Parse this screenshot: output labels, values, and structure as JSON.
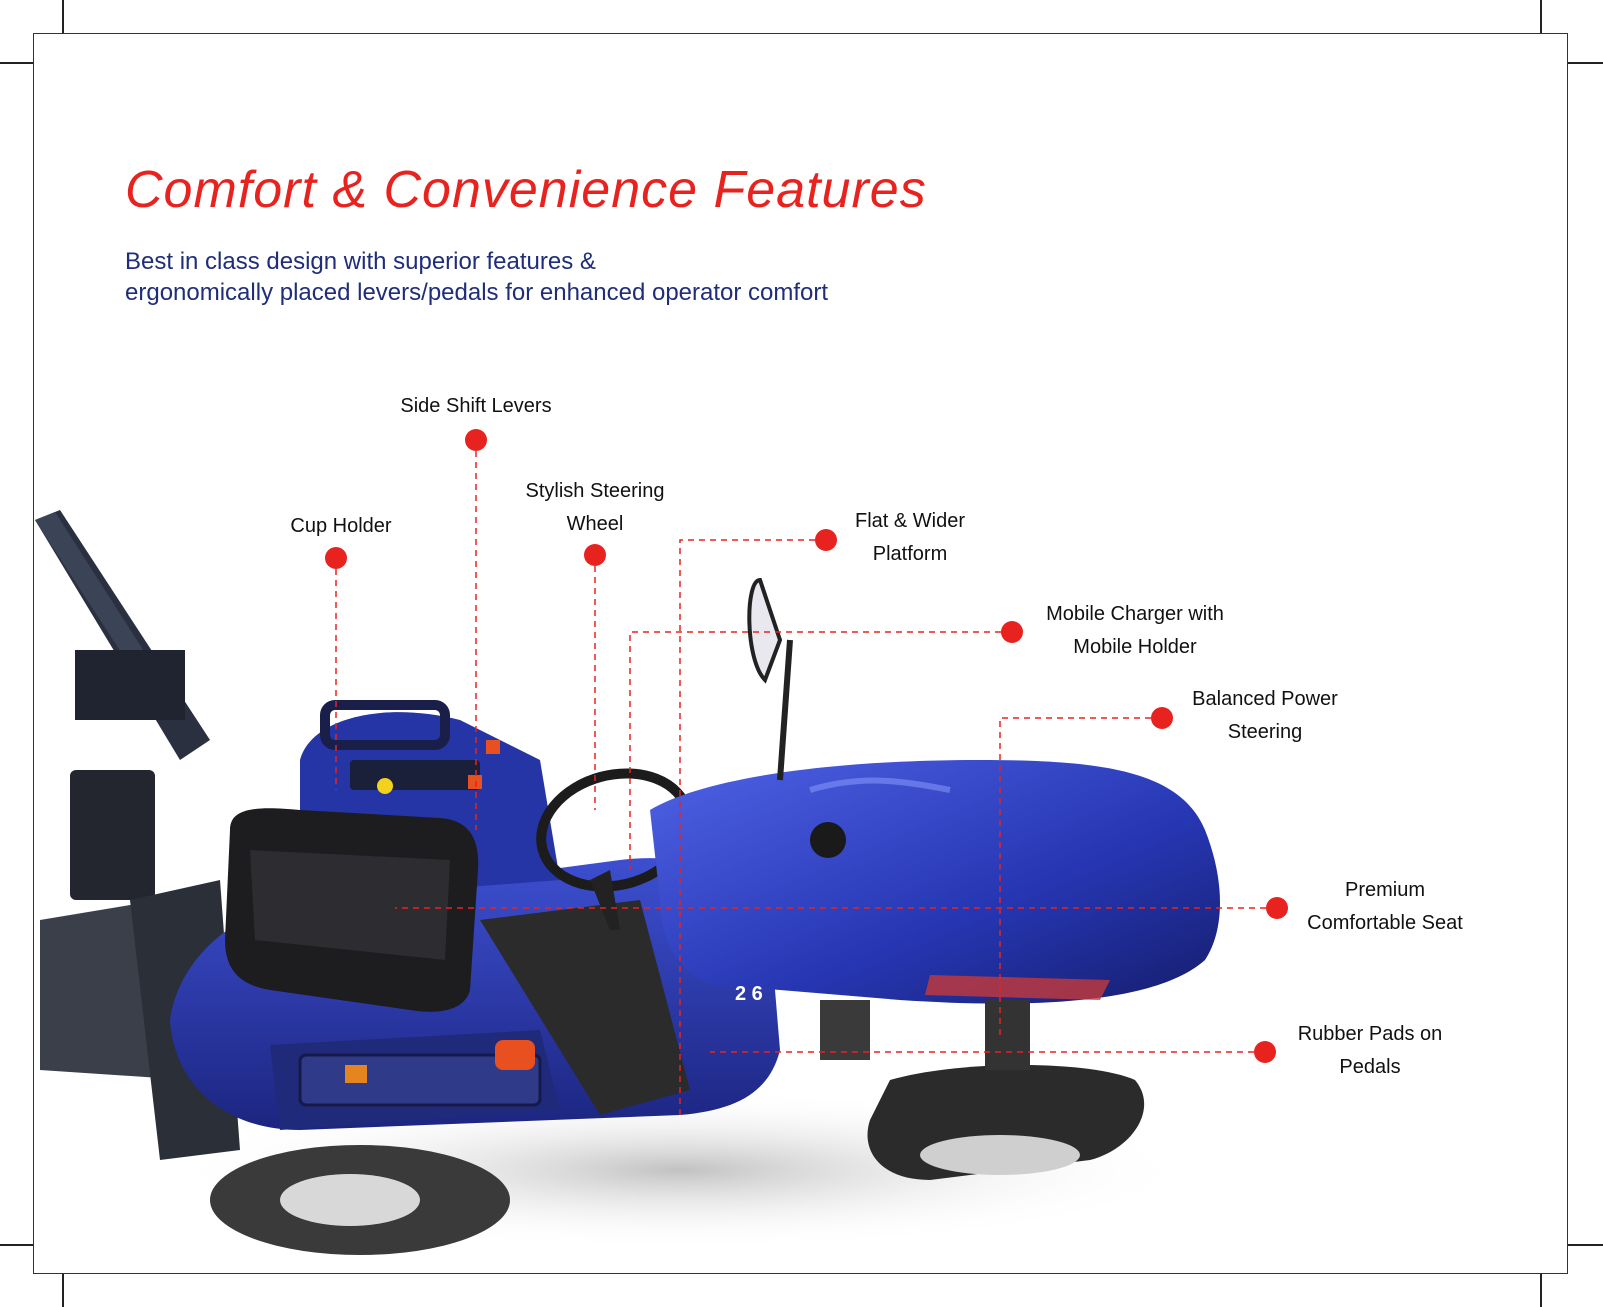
{
  "heading": {
    "title": "Comfort & Convenience Features",
    "subtitle_line1": "Best in class design with superior features &",
    "subtitle_line2": "ergonomically placed levers/pedals for enhanced operator comfort"
  },
  "callouts": {
    "side_shift_levers": {
      "line1": "Side Shift Levers"
    },
    "cup_holder": {
      "line1": "Cup Holder"
    },
    "steering_wheel": {
      "line1": "Stylish Steering",
      "line2": "Wheel"
    },
    "platform": {
      "line1": "Flat & Wider",
      "line2": "Platform"
    },
    "mobile_charger": {
      "line1": "Mobile Charger with",
      "line2": "Mobile Holder"
    },
    "power_steering": {
      "line1": "Balanced Power",
      "line2": "Steering"
    },
    "seat": {
      "line1": "Premium",
      "line2": "Comfortable Seat"
    },
    "pedals": {
      "line1": "Rubber Pads on",
      "line2": "Pedals"
    }
  },
  "colors": {
    "accent_red": "#e8231f",
    "subtitle_blue": "#1f2d7a",
    "tractor_blue": "#2a3aa8"
  }
}
